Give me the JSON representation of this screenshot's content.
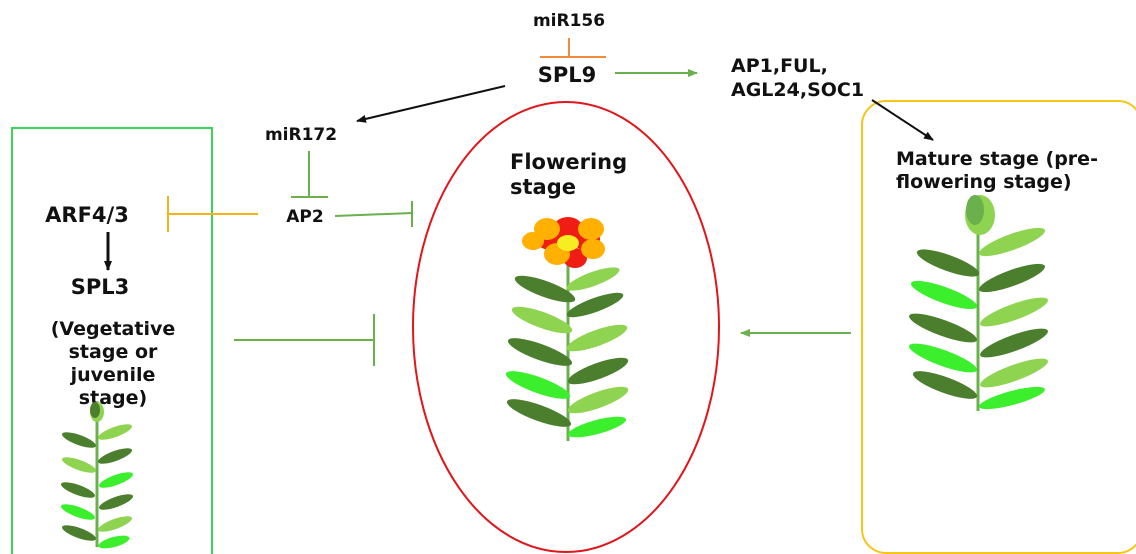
{
  "nodes": {
    "mir156": "miR156",
    "spl9": "SPL9",
    "targets_line1": "AP1,FUL,",
    "targets_line2": "AGL24,SOC1",
    "mir172": "miR172",
    "ap2": "AP2",
    "arf": "ARF4/3",
    "spl3": "SPL3"
  },
  "stages": {
    "juvenile": [
      "(Vegetative",
      "stage or",
      "juvenile",
      "stage)"
    ],
    "flowering": [
      "Flowering",
      "stage"
    ],
    "mature": [
      "Mature stage (pre-",
      "flowering stage)"
    ]
  },
  "colors": {
    "green_line": "#6ab04c",
    "orange_line": "#f08a3c",
    "yellow_line": "#f5b21a",
    "black_line": "#111111",
    "juvenile_box": "#3ad65a",
    "flowering_ellipse": "#e0161a",
    "mature_box": "#f5c518",
    "leaf_dark": "#4b7f2e",
    "leaf_light": "#8ed450",
    "leaf_bright": "#3bef2c",
    "petal_red": "#ef1d14",
    "petal_orange": "#ffb000",
    "flower_center": "#f6ee22"
  }
}
